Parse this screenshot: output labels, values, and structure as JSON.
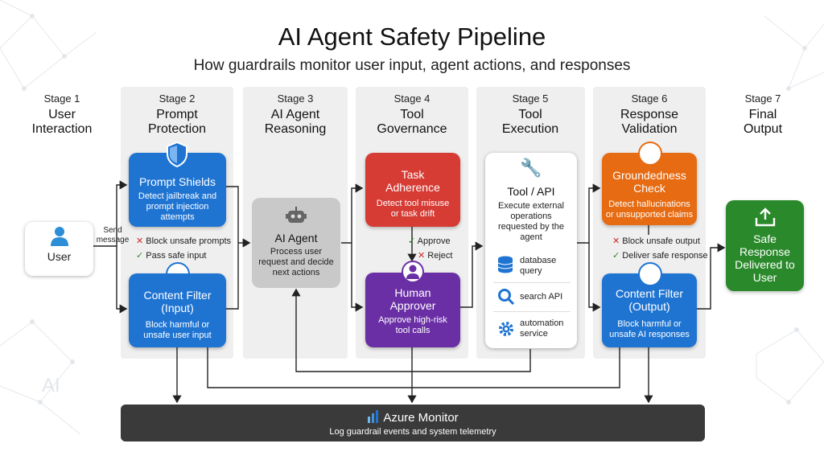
{
  "title": "AI Agent Safety Pipeline",
  "subtitle": "How guardrails monitor user input, agent actions, and responses",
  "watermark": "AI",
  "stages": [
    {
      "num": "Stage 1",
      "name_l1": "User",
      "name_l2": "Interaction"
    },
    {
      "num": "Stage 2",
      "name_l1": "Prompt",
      "name_l2": "Protection"
    },
    {
      "num": "Stage 3",
      "name_l1": "AI Agent",
      "name_l2": "Reasoning"
    },
    {
      "num": "Stage 4",
      "name_l1": "Tool",
      "name_l2": "Governance"
    },
    {
      "num": "Stage 5",
      "name_l1": "Tool",
      "name_l2": "Execution"
    },
    {
      "num": "Stage 6",
      "name_l1": "Response",
      "name_l2": "Validation"
    },
    {
      "num": "Stage 7",
      "name_l1": "Final",
      "name_l2": "Output"
    }
  ],
  "user": {
    "label": "User",
    "send_l1": "Send",
    "send_l2": "message"
  },
  "prompt_shields": {
    "title": "Prompt Shields",
    "desc_l1": "Detect jailbreak and",
    "desc_l2": "prompt injection",
    "desc_l3": "attempts"
  },
  "prompt_checks": {
    "block": "Block unsafe prompts",
    "pass": "Pass safe input"
  },
  "content_filter_input": {
    "title_l1": "Content Filter",
    "title_l2": "(Input)",
    "desc_l1": "Block harmful or",
    "desc_l2": "unsafe user input"
  },
  "ai_agent": {
    "title": "AI Agent",
    "desc_l1": "Process user",
    "desc_l2": "request and decide",
    "desc_l3": "next actions"
  },
  "task_adherence": {
    "title_l1": "Task",
    "title_l2": "Adherence",
    "desc_l1": "Detect tool misuse",
    "desc_l2": "or task drift"
  },
  "approval_checks": {
    "approve": "Approve",
    "reject": "Reject"
  },
  "human_approver": {
    "title_l1": "Human",
    "title_l2": "Approver",
    "desc_l1": "Approve high-risk",
    "desc_l2": "tool calls"
  },
  "tool_api": {
    "title": "Tool / API",
    "desc_l1": "Execute external",
    "desc_l2": "operations",
    "desc_l3": "requested by the",
    "desc_l4": "agent",
    "tools": [
      {
        "l1": "database",
        "l2": "query"
      },
      {
        "l1": "search API",
        "l2": ""
      },
      {
        "l1": "automation",
        "l2": "service"
      }
    ]
  },
  "groundedness": {
    "title_l1": "Groundedness",
    "title_l2": "Check",
    "desc_l1": "Detect hallucinations",
    "desc_l2": "or unsupported claims"
  },
  "response_checks": {
    "block": "Block unsafe output",
    "pass": "Deliver safe response"
  },
  "content_filter_output": {
    "title_l1": "Content Filter",
    "title_l2": "(Output)",
    "desc_l1": "Block harmful or",
    "desc_l2": "unsafe AI responses"
  },
  "final_output": {
    "l1": "Safe",
    "l2": "Response",
    "l3": "Delivered to",
    "l4": "User"
  },
  "azure_monitor": {
    "title": "Azure Monitor",
    "desc": "Log guardrail events and system telemetry"
  }
}
